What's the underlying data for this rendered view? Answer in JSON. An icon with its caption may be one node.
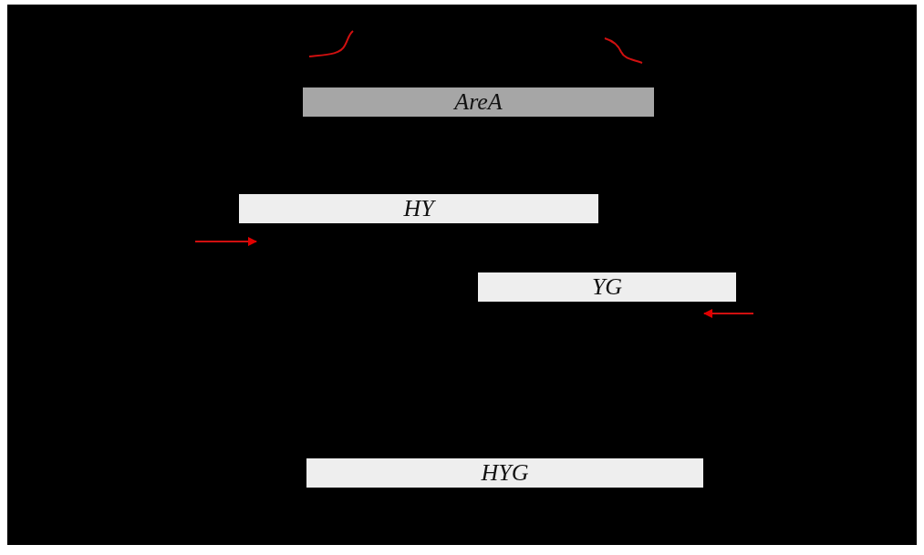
{
  "diagram": {
    "nodes": [
      {
        "text": [
          "AreA"
        ]
      },
      {
        "text": [
          "HY"
        ]
      },
      {
        "text": [
          "YG"
        ]
      },
      {
        "text": [
          "HYG"
        ]
      }
    ]
  }
}
